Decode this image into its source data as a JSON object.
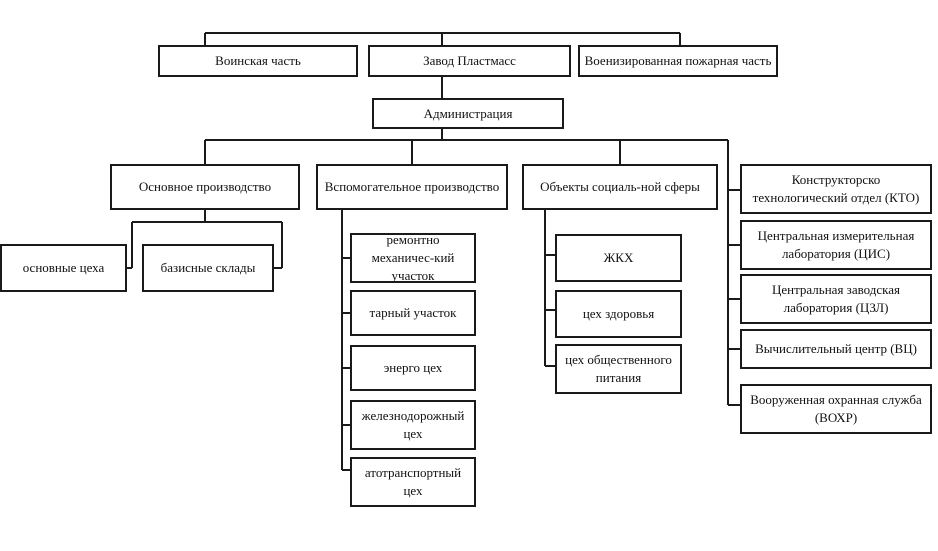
{
  "diagram": {
    "nodes": {
      "military_unit": "Воинская часть",
      "plant": "Завод Пластмасс",
      "fire_unit": "Военизированная  пожарная часть",
      "administration": "Администрация",
      "main_production": "Основное производство",
      "aux_production": "Вспомогательное производство",
      "social_objects": "Объекты социаль-ной сферы",
      "kto": "Конструкторско технологический отдел (КТО)",
      "main_shops": "основные цеха",
      "base_warehouses": "базисные склады",
      "repair_section": "ремонтно механичес-кий участок",
      "tare_section": "тарный участок",
      "energy_shop": "энерго цех",
      "railway_shop": "железнодорожный цех",
      "auto_shop": "атотранспортный цех",
      "housing": "ЖКХ",
      "health_shop": "цех здоровья",
      "catering_shop": "цех общественного питания",
      "central_measuring_lab": "Центральная измерительная лаборатория (ЦИС)",
      "central_plant_lab": "Центральная заводская лаборатория (ЦЗЛ)",
      "computing_center": "Вычислительный центр (ВЦ)",
      "security_service": "Вооруженная охранная служба (ВОХР)"
    }
  }
}
